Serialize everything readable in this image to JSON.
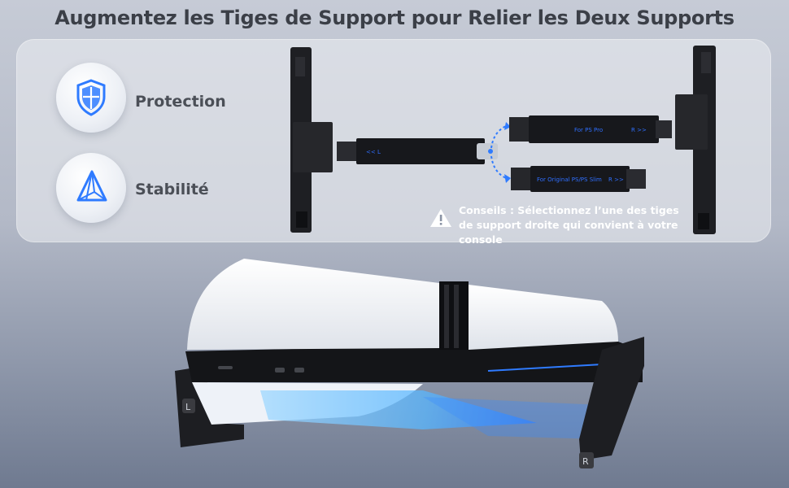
{
  "title": "Augmentez les Tiges de Support pour Relier les Deux Supports",
  "features": [
    {
      "label": "Protection",
      "icon": "shield-icon"
    },
    {
      "label": "Stabilité",
      "icon": "pyramid-icon"
    }
  ],
  "rods": {
    "left_rod_label": "<< L",
    "pro_rod_label": "For PS Pro",
    "pro_rod_side": "R >>",
    "slim_rod_label": "For Original PS/PS Slim",
    "slim_rod_side": "R >>"
  },
  "tip": {
    "text": "Conseils : Sélectionnez l’une des tiges de support droite qui convient à votre console",
    "icon": "warning-icon"
  },
  "stand_labels": {
    "left": "L",
    "right": "R"
  },
  "colors": {
    "accent": "#2f7bff",
    "title": "#3b3f47"
  }
}
